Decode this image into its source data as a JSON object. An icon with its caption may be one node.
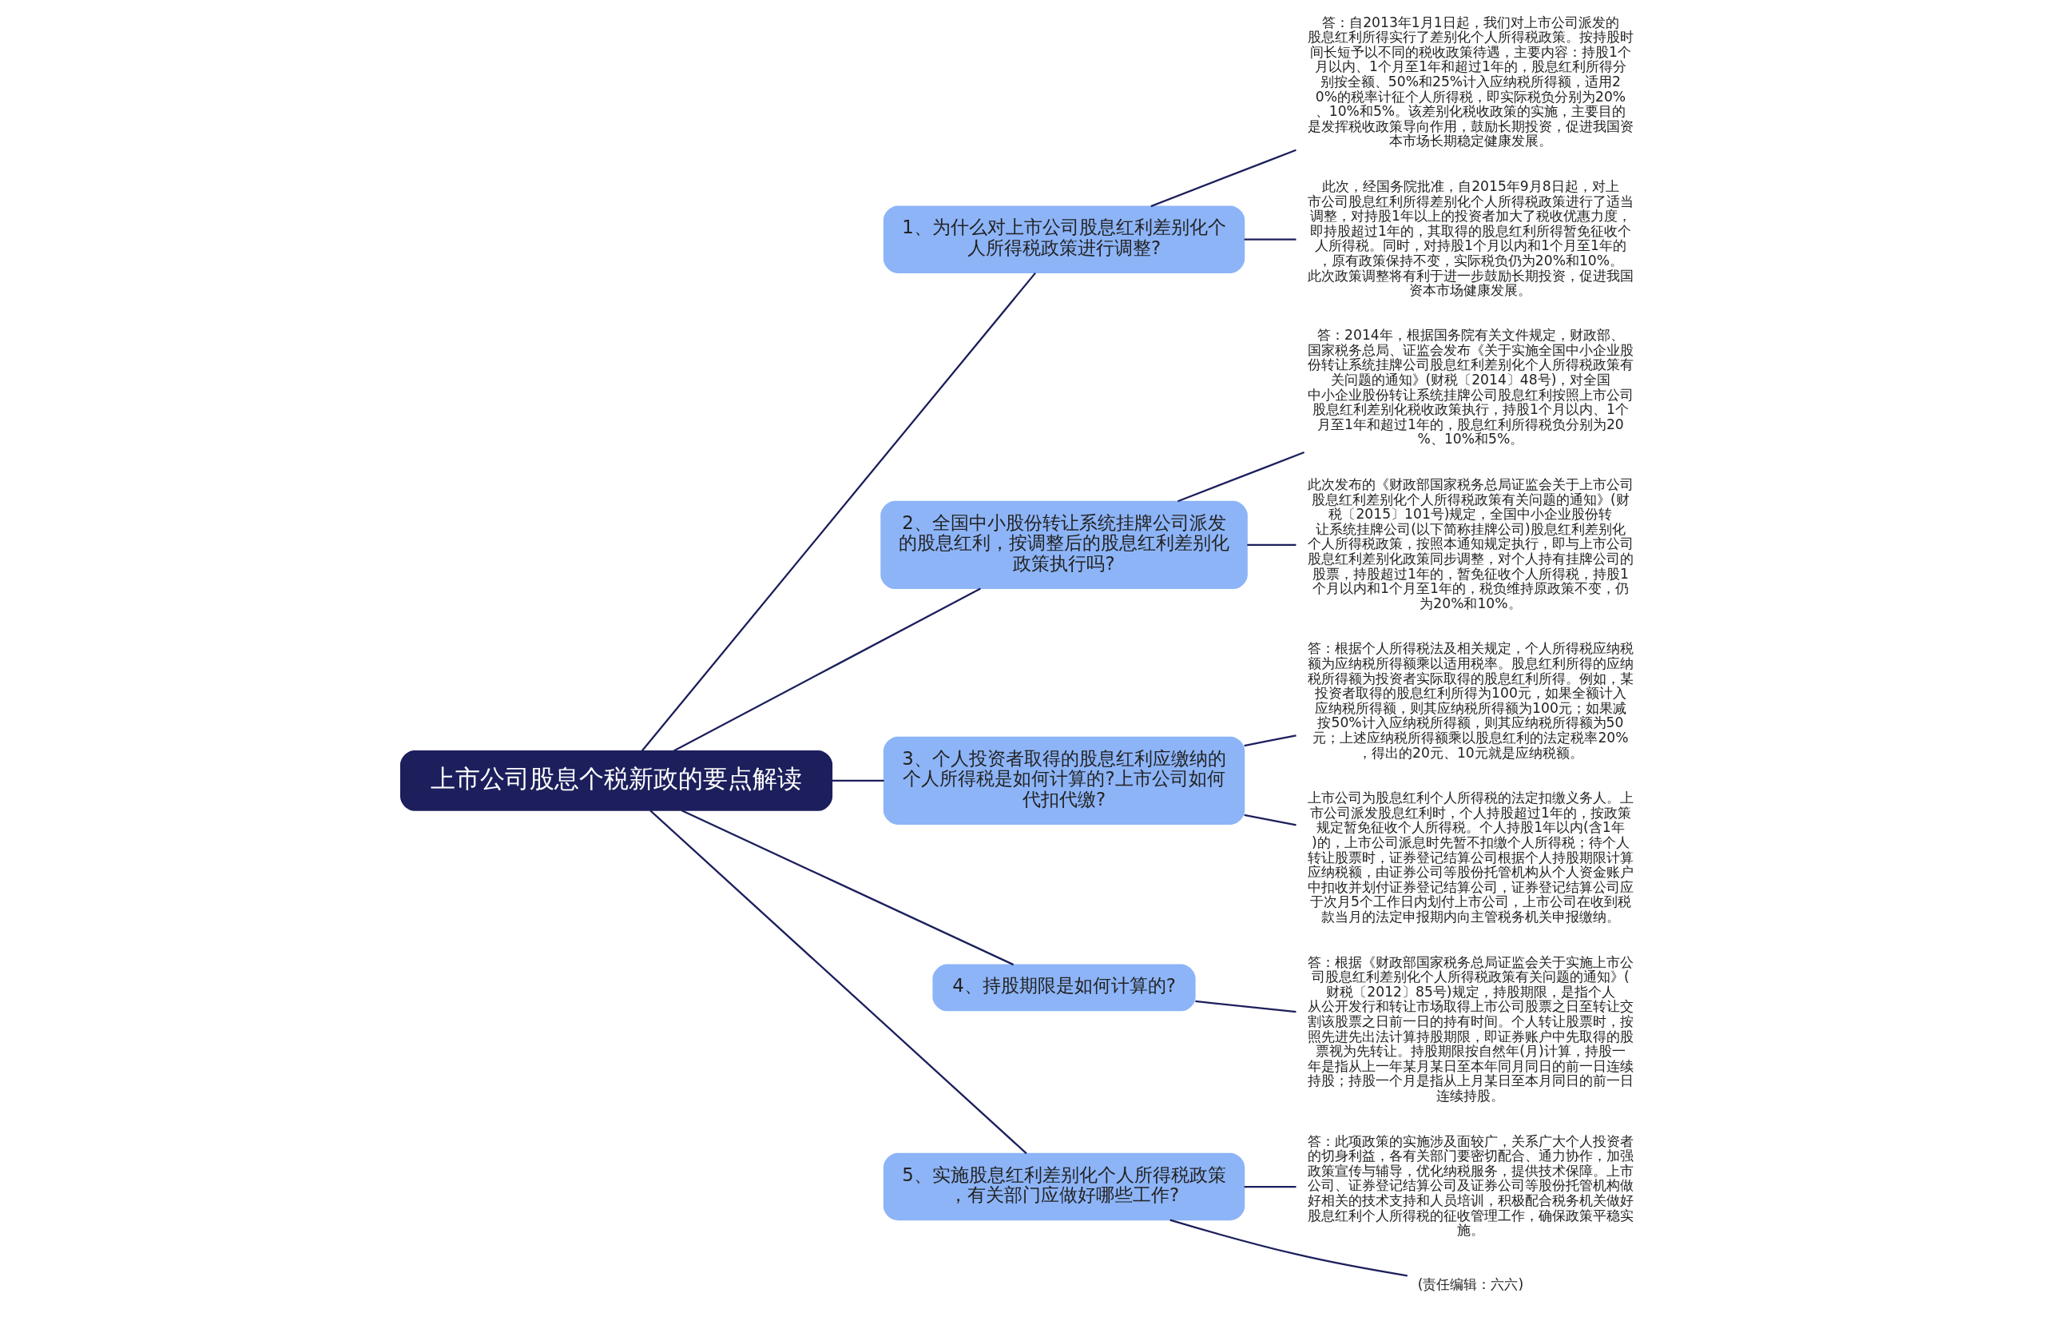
{
  "diagram": {
    "nodes": [
      {
        "text": [
          "上市公司股息个税新政的要点解读"
        ]
      },
      {
        "text": [
          "1、为什么对上市公司股息红利差别化个人所得税政策进行调整?"
        ]
      },
      {
        "text": [
          "答：自2013年1月1日起，我们对上市公司派发的股息红利所得实行了差别化个人所得税政策。按持股时间长短予以不同的税收政策待遇，主要内容：持股1个月以内、1个月至1年和超过1年的，股息红利所得分别按全额、50%和25%计入应纳税所得额，适用20%的税率计征个人所得税，即实际税负分别为20%、10%和5%。该差别化税收政策的实施，主要目的是发挥税收政策导向作用，鼓励长期投资，促进我国资本市场长期稳定健康发展。"
        ]
      },
      {
        "text": [
          "此次，经国务院批准，自2015年9月8日起，对上市公司股息红利所得差别化个人所得税政策进行了适当调整，对持股1年以上的投资者加大了税收优惠力度，即持股超过1年的，其取得的股息红利所得暂免征收个人所得税。同时，对持股1个月以内和1个月至1年的，原有政策保持不变，实际税负仍为20%和10%。此次政策调整将有利于进一步鼓励长期投资，促进我国资本市场健康发展。"
        ]
      },
      {
        "text": [
          "2、全国中小股份转让系统挂牌公司派发的股息红利，按调整后的股息红利差别化政策执行吗?"
        ]
      },
      {
        "text": [
          "答：2014年，根据国务院有关文件规定，财政部、国家税务总局、证监会发布《关于实施全国中小企业股份转让系统挂牌公司股息红利差别化个人所得税政策有关问题的通知》(财税〔2014〕48号)，对全国中小企业股份转让系统挂牌公司股息红利按照上市公司股息红利差别化税收政策执行，持股1个月以内、1个月至1年和超过1年的，股息红利所得税负分别为20%、10%和5%。"
        ]
      },
      {
        "text": [
          "此次发布的《财政部国家税务总局证监会关于上市公司股息红利差别化个人所得税政策有关问题的通知》(财税〔2015〕101号)规定，全国中小企业股份转让系统挂牌公司(以下简称挂牌公司)股息红利差别化个人所得税政策，按照本通知规定执行，即与上市公司股息红利差别化政策同步调整，对个人持有挂牌公司的股票，持股超过1年的，暂免征收个人所得税，持股1个月以内和1个月至1年的，税负维持原政策不变，仍为20%和10%。"
        ]
      },
      {
        "text": [
          "3、个人投资者取得的股息红利应缴纳的个人所得税是如何计算的?上市公司如何代扣代缴?"
        ]
      },
      {
        "text": [
          "答：根据个人所得税法及相关规定，个人所得税应纳税额为应纳税所得额乘以适用税率。股息红利所得的应纳税所得额为投资者实际取得的股息红利所得。例如，某投资者取得的股息红利所得为100元，如果全额计入应纳税所得额，则其应纳税所得额为100元；如果减按50%计入应纳税所得额，则其应纳税所得额为50元；上述应纳税所得额乘以股息红利的法定税率20%，得出的20元、10元就是应纳税额。"
        ]
      },
      {
        "text": [
          "上市公司为股息红利个人所得税的法定扣缴义务人。上市公司派发股息红利时，个人持股超过1年的，按政策规定暂免征收个人所得税。个人持股1年以内(含1年)的，上市公司派息时先暂不扣缴个人所得税；待个人转让股票时，证券登记结算公司根据个人持股期限计算应纳税额，由证券公司等股份托管机构从个人资金账户中扣收并划付证券登记结算公司，证券登记结算公司应于次月5个工作日内划付上市公司，上市公司在收到税款当月的法定申报期内向主管税务机关申报缴纳。"
        ]
      },
      {
        "text": [
          "4、持股期限是如何计算的?"
        ]
      },
      {
        "text": [
          "答：根据《财政部国家税务总局证监会关于实施上市公司股息红利差别化个人所得税政策有关问题的通知》(财税〔2012〕85号)规定，持股期限，是指个人从公开发行和转让市场取得上市公司股票之日至转让交割该股票之日前一日的持有时间。个人转让股票时，按照先进先出法计算持股期限，即证券账户中先取得的股票视为先转让。持股期限按自然年(月)计算，持股一年是指从上一年某月某日至本年同月同日的前一日连续持股；持股一个月是指从上月某日至本月同日的前一日连续持股。"
        ]
      },
      {
        "text": [
          "5、实施股息红利差别化个人所得税政策，有关部门应做好哪些工作?"
        ]
      },
      {
        "text": [
          "答：此项政策的实施涉及面较广，关系广大个人投资者的切身利益，各有关部门要密切配合、通力协作，加强政策宣传与辅导，优化纳税服务，提供技术保障。上市公司、证券登记结算公司及证券公司等股份托管机构做好相关的技术支持和人员培训，积极配合税务机关做好股息红利个人所得税的征收管理工作，确保政策平稳实施。"
        ]
      },
      {
        "text": [
          "(责任编辑：六六)"
        ]
      }
    ],
    "edges": [
      {
        "from": 0,
        "to": 1,
        "arrow": "none"
      },
      {
        "from": 1,
        "to": 2,
        "arrow": "none"
      },
      {
        "from": 1,
        "to": 3,
        "arrow": "none"
      },
      {
        "from": 0,
        "to": 4,
        "arrow": "none"
      },
      {
        "from": 4,
        "to": 5,
        "arrow": "none"
      },
      {
        "from": 4,
        "to": 6,
        "arrow": "none"
      },
      {
        "from": 0,
        "to": 7,
        "arrow": "none"
      },
      {
        "from": 7,
        "to": 8,
        "arrow": "none"
      },
      {
        "from": 7,
        "to": 9,
        "arrow": "none"
      },
      {
        "from": 0,
        "to": 10,
        "arrow": "none"
      },
      {
        "from": 10,
        "to": 11,
        "arrow": "none"
      },
      {
        "from": 0,
        "to": 12,
        "arrow": "none"
      },
      {
        "from": 12,
        "to": 13,
        "arrow": "none"
      },
      {
        "from": 12,
        "to": 14,
        "arrow": "none"
      }
    ]
  }
}
